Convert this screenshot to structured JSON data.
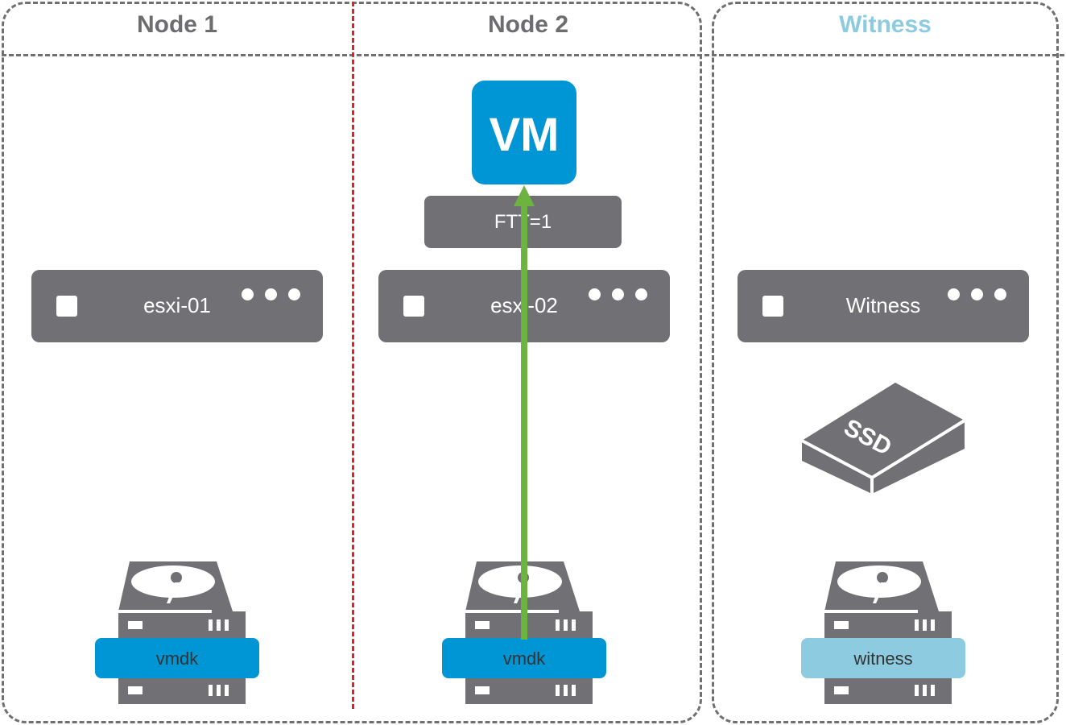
{
  "columns": [
    {
      "title": "Node 1",
      "title_color": "#6d6d70"
    },
    {
      "title": "Node 2",
      "title_color": "#6d6d70"
    },
    {
      "title": "Witness",
      "title_color": "#8ccbe0"
    }
  ],
  "vm": {
    "label": "VM",
    "color": "#0096d6"
  },
  "policy": {
    "label": "FTT=1"
  },
  "hosts": [
    {
      "label": "esxi-01"
    },
    {
      "label": "esxi-02"
    },
    {
      "label": "Witness"
    }
  ],
  "ssd": {
    "label": "SSD",
    "colors": {
      "cache": "#0096d6",
      "capacity": "#6db33f",
      "body": "#717074"
    }
  },
  "disks": [
    {
      "label": "vmdk",
      "color": "#0096d6"
    },
    {
      "label": "vmdk",
      "color": "#0096d6"
    },
    {
      "label": "witness",
      "color": "#8ccbe0"
    }
  ],
  "colors": {
    "fault_domain_divider": "#d9232a",
    "read_path": "#6db33f",
    "dashed_border": "#707070"
  }
}
